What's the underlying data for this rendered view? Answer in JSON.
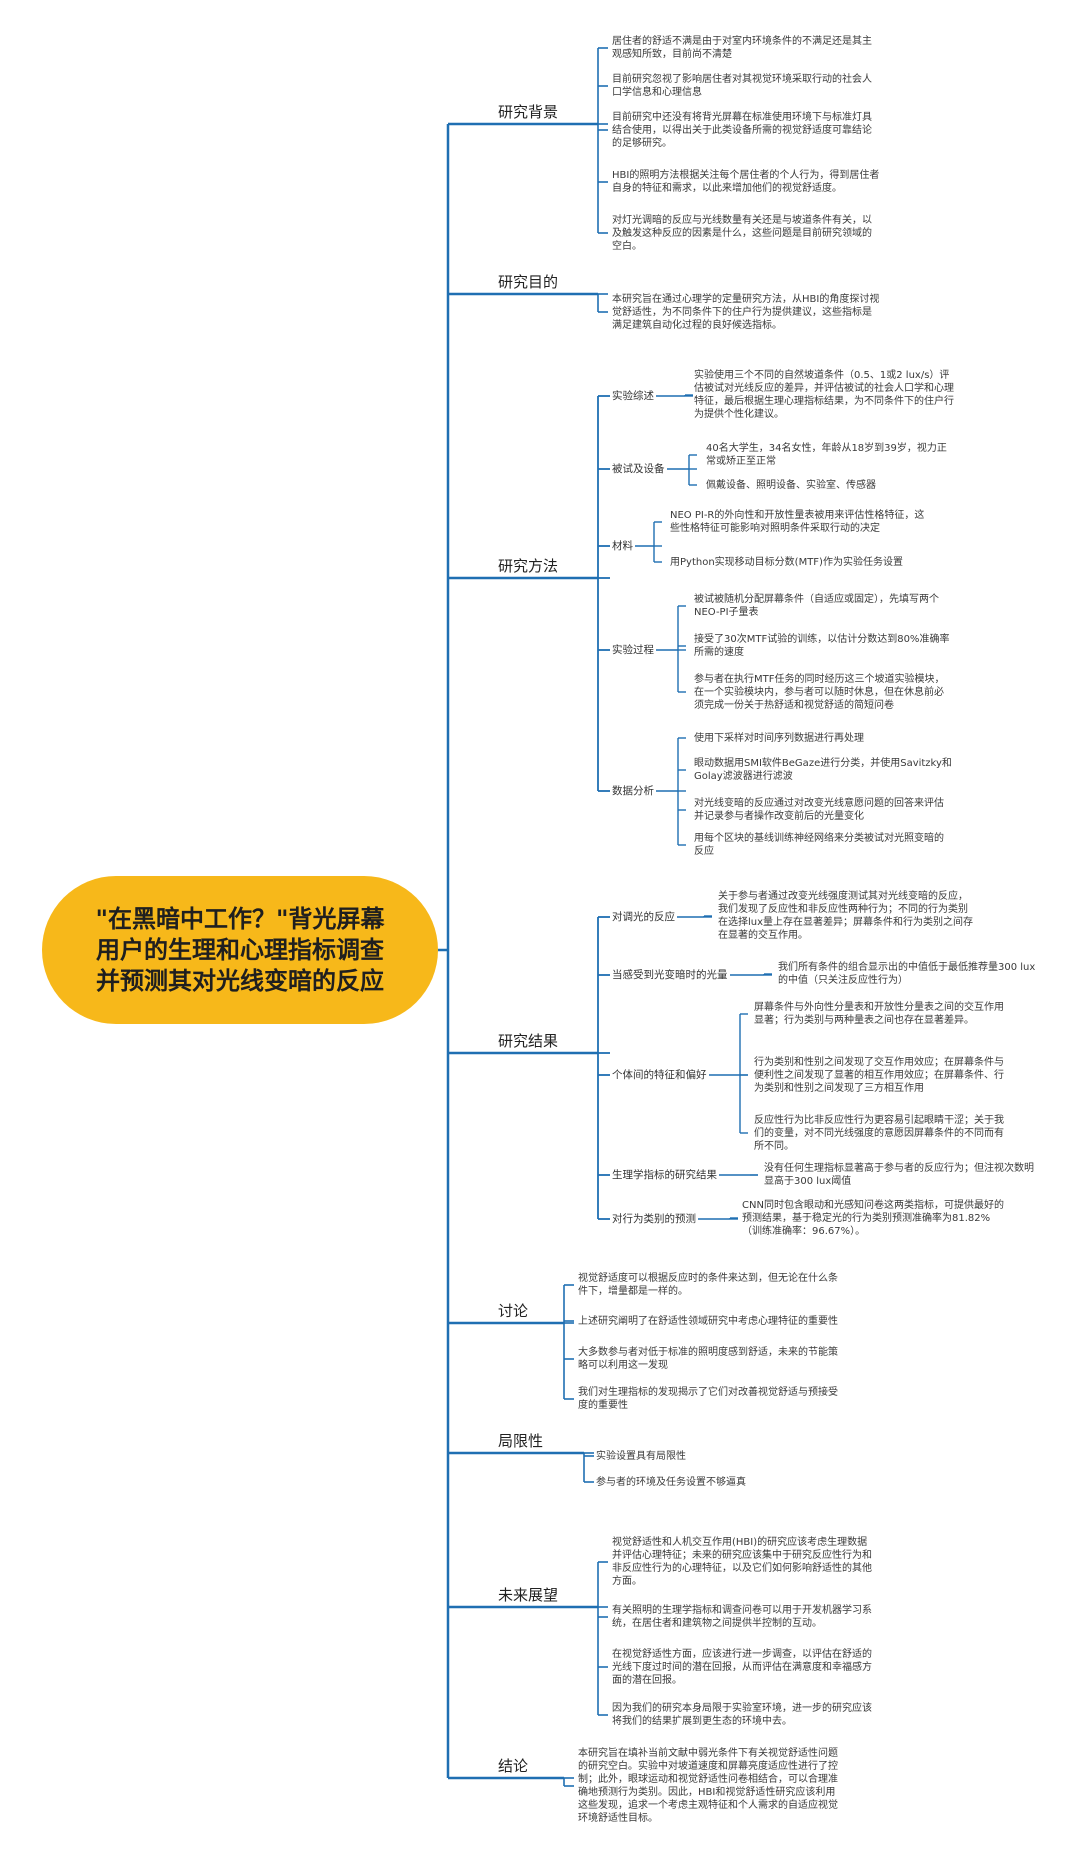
{
  "root": {
    "title": "\"在黑暗中工作？\"背光屏幕用户的生理和心理指标调查并预测其对光线变暗的反应"
  },
  "line_color": "#1f6fb2",
  "root_color": "#f7b81a",
  "sections": [
    {
      "label": "研究背景",
      "leaves": [
        "居住者的舒适不满是由于对室内环境条件的不满足还是其主观感知所致，目前尚不清楚",
        "目前研究忽视了影响居住者对其视觉环境采取行动的社会人口学信息和心理信息",
        "目前研究中还没有将背光屏幕在标准使用环境下与标准灯具结合使用，以得出关于此类设备所需的视觉舒适度可靠结论的足够研究。",
        "HBI的照明方法根据关注每个居住者的个人行为，得到居住者自身的特征和需求，以此来增加他们的视觉舒适度。",
        "对灯光调暗的反应与光线数量有关还是与坡道条件有关，以及触发这种反应的因素是什么，这些问题是目前研究领域的空白。"
      ]
    },
    {
      "label": "研究目的",
      "leaves": [
        "本研究旨在通过心理学的定量研究方法，从HBI的角度探讨视觉舒适性，为不同条件下的住户行为提供建议，这些指标是满足建筑自动化过程的良好候选指标。"
      ]
    },
    {
      "label": "研究方法",
      "subs": [
        {
          "label": "实验综述",
          "leaves": [
            "实验使用三个不同的自然坡道条件（0.5、1或2 lux/s）评估被试对光线反应的差异，并评估被试的社会人口学和心理特征，最后根据生理心理指标结果，为不同条件下的住户行为提供个性化建议。"
          ]
        },
        {
          "label": "被试及设备",
          "leaves": [
            "40名大学生，34名女性，年龄从18岁到39岁，视力正常或矫正至正常",
            "佩戴设备、照明设备、实验室、传感器"
          ]
        },
        {
          "label": "材料",
          "leaves": [
            "NEO PI-R的外向性和开放性量表被用来评估性格特征，这些性格特征可能影响对照明条件采取行动的决定",
            "用Python实现移动目标分数(MTF)作为实验任务设置"
          ]
        },
        {
          "label": "实验过程",
          "leaves": [
            "被试被随机分配屏幕条件（自适应或固定），先填写两个NEO-PI子量表",
            "接受了30次MTF试验的训练，以估计分数达到80%准确率所需的速度",
            "参与者在执行MTF任务的同时经历这三个坡道实验模块，在一个实验模块内，参与者可以随时休息，但在休息前必须完成一份关于热舒适和视觉舒适的简短问卷"
          ]
        },
        {
          "label": "数据分析",
          "leaves": [
            "使用下采样对时间序列数据进行再处理",
            "眼动数据用SMI软件BeGaze进行分类，并使用Savitzky和Golay滤波器进行滤波",
            "对光线变暗的反应通过对改变光线意愿问题的回答来评估并记录参与者操作改变前后的光量变化",
            "用每个区块的基线训练神经网络来分类被试对光照变暗的反应"
          ]
        }
      ]
    },
    {
      "label": "研究结果",
      "subs": [
        {
          "label": "对调光的反应",
          "leaves": [
            "关于参与者通过改变光线强度测试其对光线变暗的反应，我们发现了反应性和非反应性两种行为；不同的行为类别在选择lux量上存在显著差异；屏幕条件和行为类别之间存在显著的交互作用。"
          ]
        },
        {
          "label": "当感受到光变暗时的光量",
          "leaves": [
            "我们所有条件的组合显示出的中值低于最低推荐量300 lux的中值（只关注反应性行为）"
          ]
        },
        {
          "label": "个体间的特征和偏好",
          "leaves": [
            "屏幕条件与外向性分量表和开放性分量表之间的交互作用显著；行为类别与两种量表之间也存在显著差异。",
            "行为类别和性别之间发现了交互作用效应；在屏幕条件与便利性之间发现了显著的相互作用效应；在屏幕条件、行为类别和性别之间发现了三方相互作用",
            "反应性行为比非反应性行为更容易引起眼睛干涩；关于我们的变量，对不同光线强度的意愿因屏幕条件的不同而有所不同。"
          ]
        },
        {
          "label": "生理学指标的研究结果",
          "leaves": [
            "没有任何生理指标显著高于参与者的反应行为；但注视次数明显高于300 lux阈值"
          ]
        },
        {
          "label": "对行为类别的预测",
          "leaves": [
            "CNN同时包含眼动和光感知问卷这两类指标，可提供最好的预测结果，基于稳定光的行为类别预测准确率为81.82%（训练准确率：96.67%）。"
          ]
        }
      ]
    },
    {
      "label": "讨论",
      "leaves": [
        "视觉舒适度可以根据反应时的条件来达到，但无论在什么条件下，增量都是一样的。",
        "上述研究阐明了在舒适性领域研究中考虑心理特征的重要性",
        "大多数参与者对低于标准的照明度感到舒适，未来的节能策略可以利用这一发现",
        "我们对生理指标的发现揭示了它们对改善视觉舒适与预接受度的重要性"
      ]
    },
    {
      "label": "局限性",
      "leaves": [
        "实验设置具有局限性",
        "参与者的环境及任务设置不够逼真"
      ]
    },
    {
      "label": "未来展望",
      "leaves": [
        "视觉舒适性和人机交互作用(HBI)的研究应该考虑生理数据并评估心理特征；未来的研究应该集中于研究反应性行为和非反应性行为的心理特征，以及它们如何影响舒适性的其他方面。",
        "有关照明的生理学指标和调查问卷可以用于开发机器学习系统，在居住者和建筑物之间提供半控制的互动。",
        "在视觉舒适性方面，应该进行进一步调查，以评估在舒适的光线下度过时间的潜在回报，从而评估在满意度和幸福感方面的潜在回报。",
        "因为我们的研究本身局限于实验室环境，进一步的研究应该将我们的结果扩展到更生态的环境中去。"
      ]
    },
    {
      "label": "结论",
      "leaves": [
        "本研究旨在填补当前文献中弱光条件下有关视觉舒适性问题的研究空白。实验中对坡道速度和屏幕亮度适应性进行了控制；此外，眼球运动和视觉舒适性问卷相结合，可以合理准确地预测行为类别。因此，HBI和视觉舒适性研究应该利用这些发现，追求一个考虑主观特征和个人需求的自适应视觉环境舒适性目标。"
      ]
    }
  ]
}
